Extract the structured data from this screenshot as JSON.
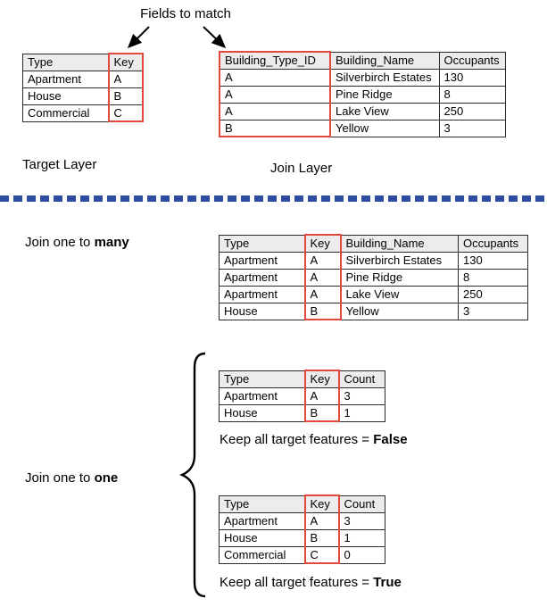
{
  "title": "Fields to match",
  "colors": {
    "highlight": "#e0493b",
    "divider": "#2f4da0",
    "header_bg": "#ececec"
  },
  "labels": {
    "fields_to_match": "Fields to match",
    "target_layer": "Target Layer",
    "join_layer": "Join Layer",
    "join_many_prefix": "Join one to ",
    "join_many_bold": "many",
    "join_one_prefix": "Join one to ",
    "join_one_bold": "one",
    "keep_false_prefix": "Keep all target features = ",
    "keep_false_bold": "False",
    "keep_true_prefix": "Keep all target features = ",
    "keep_true_bold": "True"
  },
  "tables": {
    "target": {
      "headers": [
        "Type",
        "Key"
      ],
      "rows": [
        [
          "Apartment",
          "A"
        ],
        [
          "House",
          "B"
        ],
        [
          "Commercial",
          "C"
        ]
      ],
      "highlight_col": 1
    },
    "join": {
      "headers": [
        "Building_Type_ID",
        "Building_Name",
        "Occupants"
      ],
      "rows": [
        [
          "A",
          "Silverbirch Estates",
          "130"
        ],
        [
          "A",
          "Pine Ridge",
          "8"
        ],
        [
          "A",
          "Lake View",
          "250"
        ],
        [
          "B",
          "Yellow",
          "3"
        ]
      ],
      "highlight_col": 0
    },
    "many": {
      "headers": [
        "Type",
        "Key",
        "Building_Name",
        "Occupants"
      ],
      "rows": [
        [
          "Apartment",
          "A",
          "Silverbirch Estates",
          "130"
        ],
        [
          "Apartment",
          "A",
          "Pine Ridge",
          "8"
        ],
        [
          "Apartment",
          "A",
          "Lake View",
          "250"
        ],
        [
          "House",
          "B",
          "Yellow",
          "3"
        ]
      ],
      "highlight_col": 1
    },
    "one_false": {
      "headers": [
        "Type",
        "Key",
        "Count"
      ],
      "rows": [
        [
          "Apartment",
          "A",
          "3"
        ],
        [
          "House",
          "B",
          "1"
        ]
      ],
      "highlight_col": 1
    },
    "one_true": {
      "headers": [
        "Type",
        "Key",
        "Count"
      ],
      "rows": [
        [
          "Apartment",
          "A",
          "3"
        ],
        [
          "House",
          "B",
          "1"
        ],
        [
          "Commercial",
          "C",
          "0"
        ]
      ],
      "highlight_col": 1
    }
  }
}
